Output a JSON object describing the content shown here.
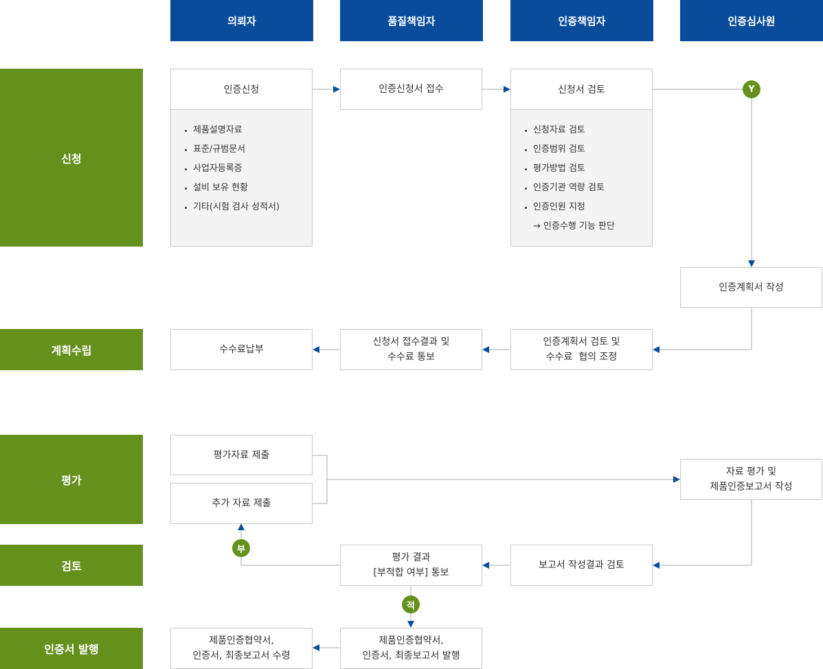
{
  "columns": [
    "의뢰자",
    "품질책임자",
    "인증책임자",
    "인증심사원"
  ],
  "phases": {
    "apply": "신청",
    "plan": "계획수립",
    "evaluate": "평가",
    "review": "검토",
    "issue": "인증서 발행"
  },
  "apply": {
    "request": {
      "title": "인증신청",
      "items": [
        "제품설명자료",
        "표준/규범문서",
        "사업자등록증",
        "설비 보유 현황",
        "기타(시험 검사 성적서)"
      ]
    },
    "receipt": "인증신청서 접수",
    "review": {
      "title": "신청서 검토",
      "items": [
        "신청자료 검토",
        "인증범위 검토",
        "평가방법 검토",
        "인증기관 역량 검토",
        "인증인원 지정"
      ],
      "note": "→ 인증수행 기능 판단"
    },
    "yes_badge": "Y",
    "plan_doc": "인증계획서 작성"
  },
  "plan": {
    "plan_review": [
      "인증계획서 검토 및",
      "수수료  협의 조정"
    ],
    "notify": [
      "신청서 접수결과 및",
      "수수료 통보"
    ],
    "payment": "수수료납부"
  },
  "evaluate": {
    "submit": "평가자료 제출",
    "extra": "추가 자료 제출",
    "report": [
      "자료 평가 및",
      "제품인증보고서 작성"
    ]
  },
  "review": {
    "report_check": "보고서 작성결과 검토",
    "result": [
      "평가 결과",
      "[부적합 여부] 통보"
    ],
    "fail_badge": "부",
    "pass_badge": "적"
  },
  "issue": {
    "issue_box": [
      "제품인증협약서,",
      "인증서, 최종보고서 발행"
    ],
    "receive": [
      "제품인증협약서,",
      "인증서, 최종보고서 수령"
    ]
  },
  "colors": {
    "header_blue": "#0a4c9c",
    "phase_green": "#64901c",
    "arrow_blue": "#0a4c9c",
    "line_gray": "#a8a8a8"
  }
}
